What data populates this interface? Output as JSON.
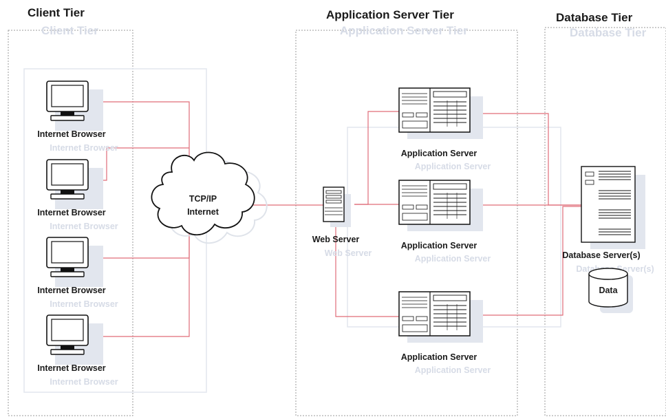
{
  "tiers": {
    "client": "Client Tier",
    "application": "Application Server Tier",
    "database": "Database Tier"
  },
  "network": {
    "line1": "TCP/IP",
    "line2": "Internet"
  },
  "browsers": [
    {
      "label": "Internet Browser"
    },
    {
      "label": "Internet Browser"
    },
    {
      "label": "Internet Browser"
    },
    {
      "label": "Internet Browser"
    }
  ],
  "web_server": {
    "label": "Web Server"
  },
  "app_servers": [
    {
      "label": "Application Server"
    },
    {
      "label": "Application Server"
    },
    {
      "label": "Application Server"
    }
  ],
  "db_server": {
    "label": "Database Server(s)"
  },
  "data_store": {
    "label": "Data"
  },
  "colors": {
    "connection": "#e06c78",
    "boundary": "#9a9a9a",
    "ghost": "#d6dbe6"
  }
}
